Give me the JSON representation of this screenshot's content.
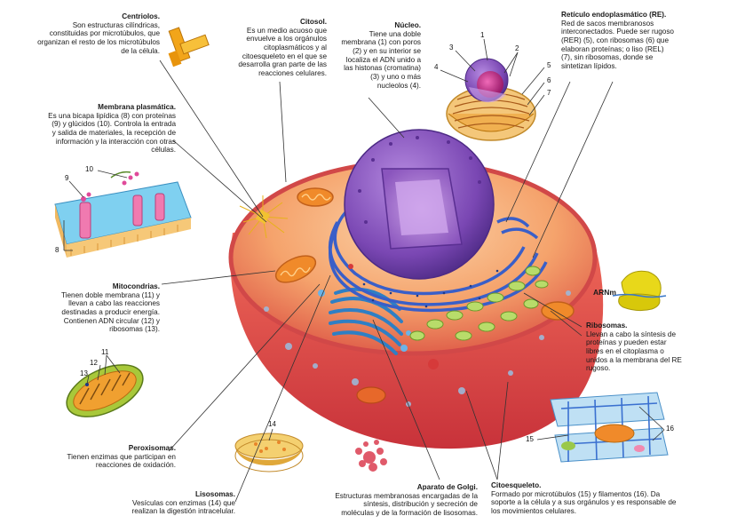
{
  "labels": {
    "centriolos": {
      "title": "Centriolos.",
      "body": "Son estructuras cilíndricas, constituidas por microtúbulos, que organizan el resto de los microtúbulos de la célula."
    },
    "citosol": {
      "title": "Citosol.",
      "body": "Es un medio acuoso que envuelve a los orgánulos citoplasmáticos y al citoesqueleto en el que se desarrolla gran parte de las reacciones celulares."
    },
    "nucleo": {
      "title": "Núcleo.",
      "body": "Tiene una doble membrana (1) con poros (2) y en su interior se localiza el ADN unido a las histonas (cromatina) (3) y uno o más nucleolos (4)."
    },
    "reticulo": {
      "title": "Retículo endoplasmático (RE).",
      "body": "Red de sacos membranosos interconectados. Puede ser rugoso (RER) (5), con ribosomas (6) que elaboran proteínas; o liso (REL) (7), sin ribosomas, donde se sintetizan lípidos."
    },
    "membrana": {
      "title": "Membrana plasmática.",
      "body": "Es una bicapa lipídica (8) con proteínas (9) y glúcidos (10). Controla la entrada y salida de materiales, la recepción de información y la interacción con otras células."
    },
    "mitocondrias": {
      "title": "Mitocondrias.",
      "body": "Tienen doble membrana (11) y llevan a cabo las reacciones destinadas a producir energía. Contienen ADN circular (12) y ribosomas (13)."
    },
    "ribosomas": {
      "title": "Ribosomas.",
      "body": "Llevan a cabo la síntesis de proteínas y pueden estar libres en el citoplasma o unidos a la membrana del RE rugoso."
    },
    "peroxisomas": {
      "title": "Peroxisomas.",
      "body": "Tienen enzimas que participan en reacciones de oxidación."
    },
    "lisosomas": {
      "title": "Lisosomas.",
      "body": "Vesículas con enzimas (14) que realizan la digestión intracelular."
    },
    "golgi": {
      "title": "Aparato de Golgi.",
      "body": "Estructuras membranosas encargadas de la síntesis, distribución y secreción de moléculas y de la formación de lisosomas."
    },
    "citoesqueleto": {
      "title": "Citoesqueleto.",
      "body": "Formado por microtúbulos (15) y filamentos (16). Da soporte a la célula y a sus orgánulos y es responsable de los movimientos celulares."
    }
  },
  "arnm": "ARNm",
  "numbers": [
    "1",
    "2",
    "3",
    "4",
    "5",
    "6",
    "7",
    "8",
    "9",
    "10",
    "11",
    "12",
    "13",
    "14",
    "15",
    "16"
  ],
  "colors": {
    "cell_outer": "#e84a4a",
    "cytoplasm": "#f6b07a",
    "nucleus": "#7b4bb5",
    "golgi": "#3a8fd0",
    "mitochondria": "#f08a2a",
    "er_rough": "#4a6fd8",
    "er_smooth": "#9ac84a",
    "leader_line": "#333333"
  }
}
